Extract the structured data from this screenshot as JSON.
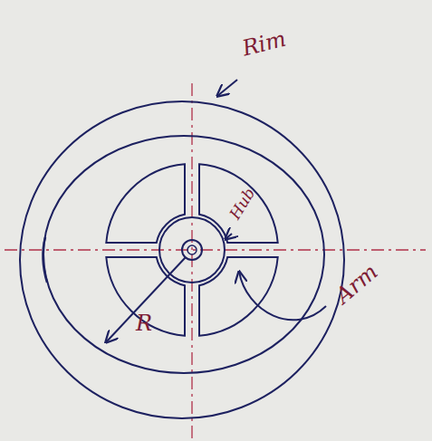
{
  "diagram": {
    "labels": [
      "Rim",
      "Hub",
      "Arm",
      "R"
    ]
  }
}
